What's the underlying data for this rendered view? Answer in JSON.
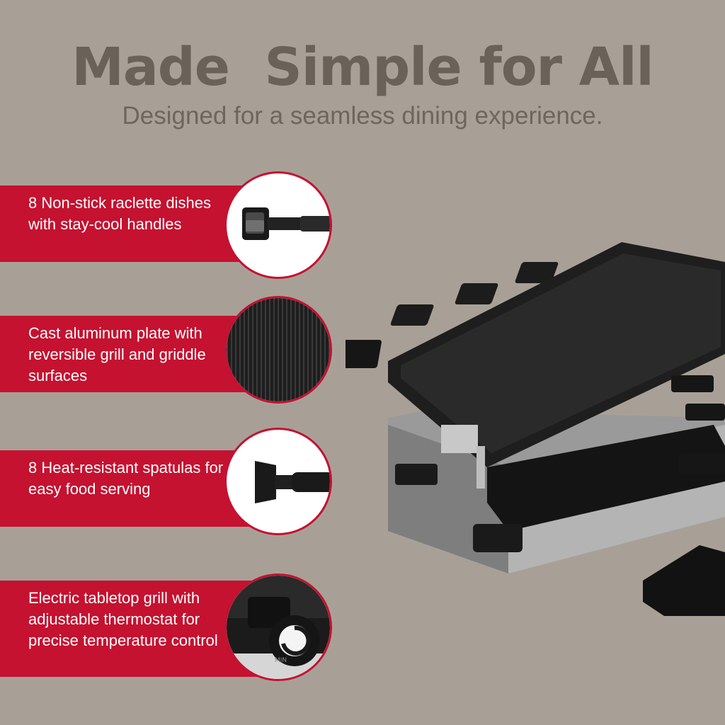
{
  "header": {
    "title": "Made  Simple for All",
    "subtitle": "Designed for a seamless dining experience."
  },
  "features": [
    {
      "text": "8 Non-stick raclette dishes with stay-cool handles",
      "icon": "raclette-dish-icon"
    },
    {
      "text": "Cast aluminum plate with reversible grill and griddle surfaces",
      "icon": "grill-plate-texture-icon"
    },
    {
      "text": "8 Heat-resistant spatulas for easy food serving",
      "icon": "spatula-icon"
    },
    {
      "text": "Electric tabletop grill with adjustable thermostat for precise temperature control",
      "icon": "thermostat-knob-icon"
    }
  ],
  "knob_label": "MIN",
  "colors": {
    "background": "#a8a097",
    "accent_red": "#c41230",
    "title_gray": "#6a6158",
    "product_black": "#1c1c1c",
    "steel": "#9a9a9a"
  }
}
